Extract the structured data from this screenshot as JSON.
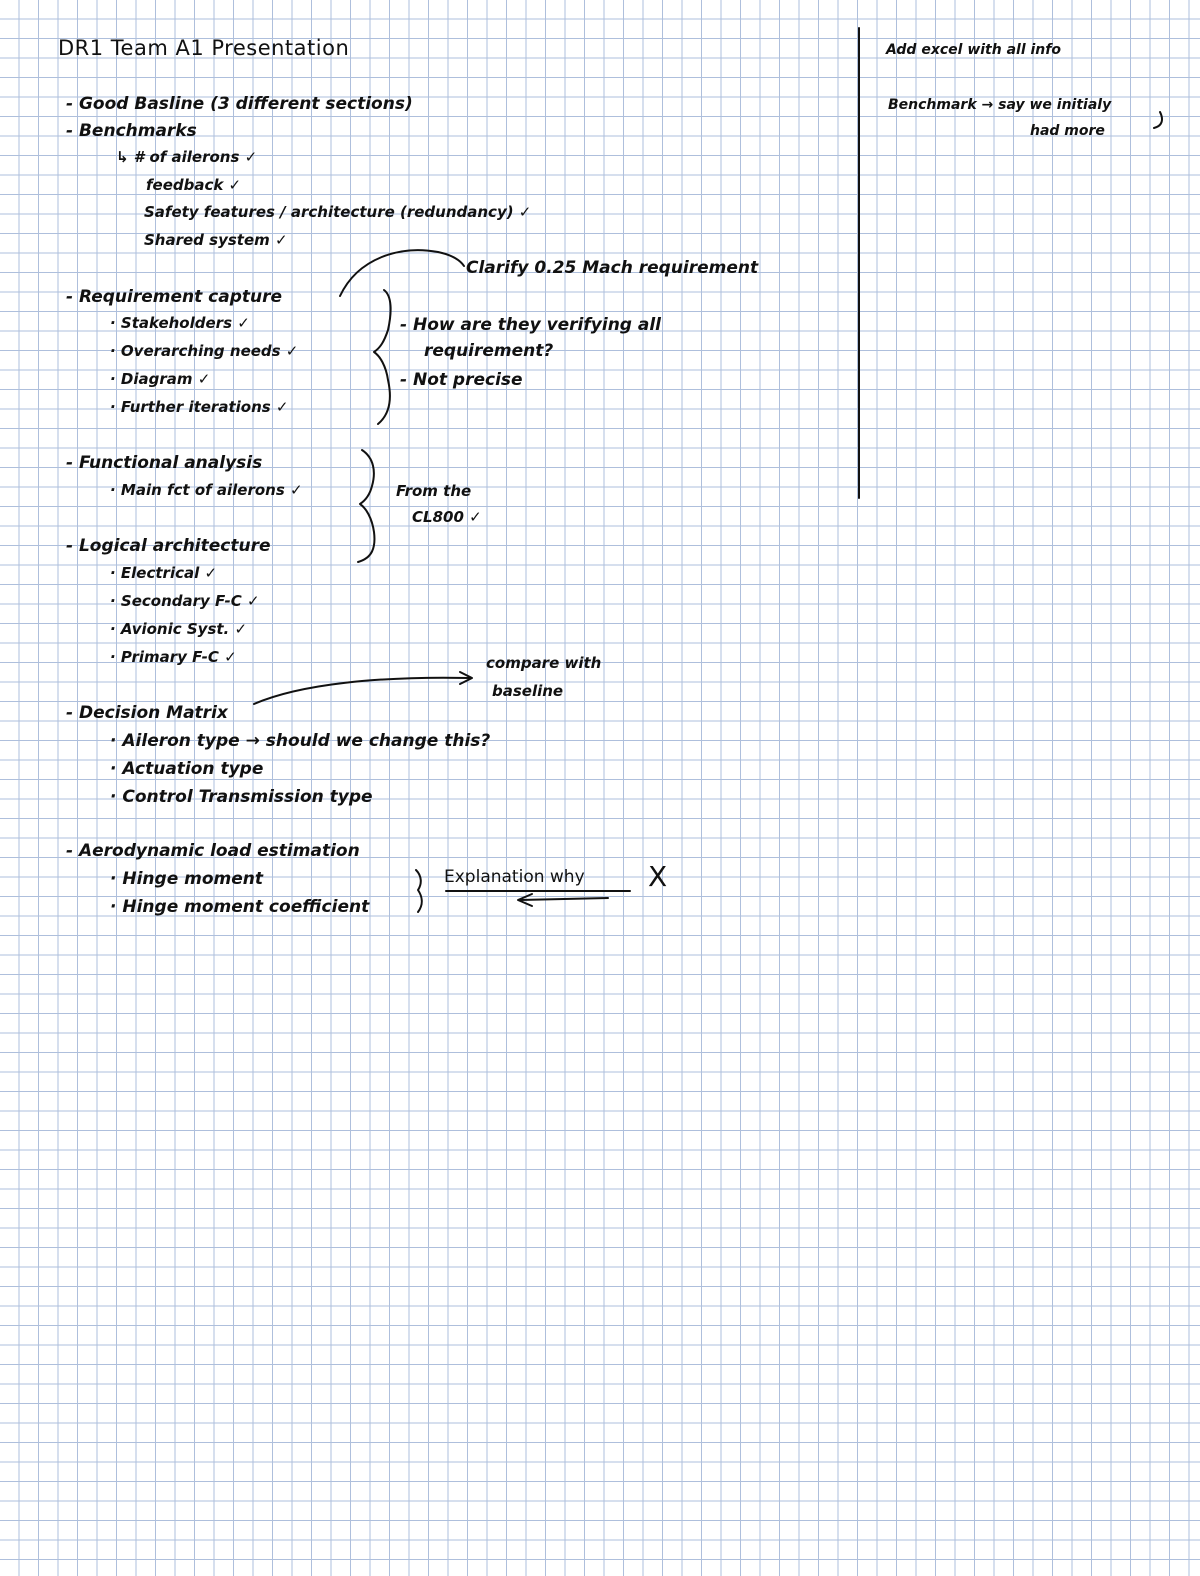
{
  "notes": {
    "title": "DR1 Team A1 Presentation",
    "baseline": "- Good Basline (3 different sections)",
    "benchmarks": {
      "heading": "- Benchmarks",
      "items": [
        "↳ # of ailerons ✓",
        "feedback ✓",
        "Safety features / architecture (redundancy) ✓",
        "Shared system ✓"
      ]
    },
    "clarify": "Clarify 0.25 Mach requirement",
    "requirement_capture": {
      "heading": "- Requirement capture",
      "items": [
        "· Stakeholders ✓",
        "· Overarching needs ✓",
        "· Diagram ✓",
        "· Further iterations ✓"
      ],
      "comment_1a": "- How are they verifying all",
      "comment_1b": "requirement?",
      "comment_2": "- Not precise"
    },
    "functional_analysis": {
      "heading": "- Functional analysis",
      "items": [
        "· Main fct of ailerons ✓"
      ]
    },
    "from_the_a": "From the",
    "from_the_b": "CL800 ✓",
    "logical_architecture": {
      "heading": "- Logical architecture",
      "items": [
        "· Electrical ✓",
        "· Secondary F-C ✓",
        "· Avionic Syst. ✓",
        "· Primary F-C ✓"
      ]
    },
    "compare_a": "compare with",
    "compare_b": "baseline",
    "decision_matrix": {
      "heading": "- Decision Matrix",
      "items": [
        "· Aileron type → should we change this?",
        "· Actuation type",
        "· Control Transmission type"
      ]
    },
    "aero_load": {
      "heading": "- Aerodynamic load estimation",
      "items": [
        "· Hinge moment",
        "· Hinge moment coefficient"
      ]
    },
    "explanation": "Explanation why",
    "x_mark": "X"
  },
  "sidebar": {
    "line1": "Add excel with all info",
    "line2": "Benchmark → say we initialy",
    "line3": "had more"
  },
  "colors": {
    "grid": "#aebfdc",
    "ink": "#111111",
    "paper": "#ffffff"
  }
}
